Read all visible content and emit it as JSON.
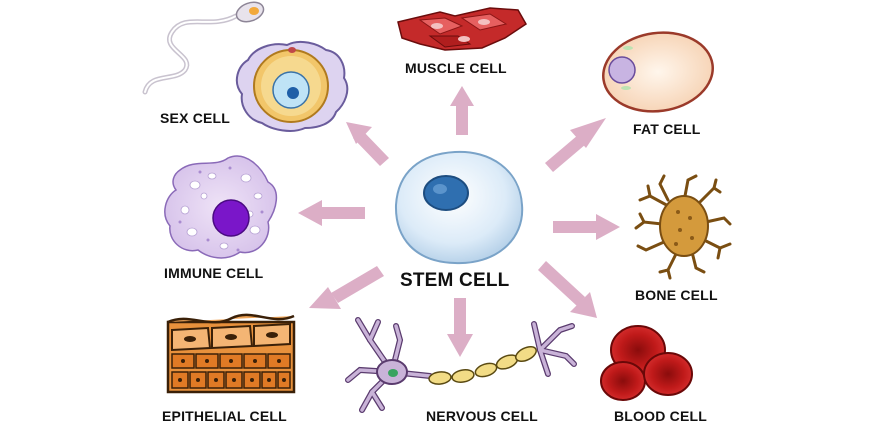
{
  "center": {
    "label": "STEM CELL"
  },
  "cells": {
    "sex": {
      "label": "SEX CELL"
    },
    "muscle": {
      "label": "MUSCLE CELL"
    },
    "fat": {
      "label": "FAT CELL"
    },
    "immune": {
      "label": "IMMUNE CELL"
    },
    "bone": {
      "label": "BONE CELL"
    },
    "epithelial": {
      "label": "EPITHELIAL CELL"
    },
    "nervous": {
      "label": "NERVOUS CELL"
    },
    "blood": {
      "label": "BLOOD CELL"
    }
  },
  "colors": {
    "arrow": "#dcaec6",
    "stem_membrane": "#dcebf8",
    "stem_nucleus": "#2f6fb0",
    "muscle": "#c42a2a",
    "fat": "#fbe3cf",
    "immune_nucleus": "#7a16c9",
    "bone": "#a8741f",
    "blood": "#b01515",
    "epithelial": "#e8913c",
    "nerve": "#c9b3d8"
  }
}
